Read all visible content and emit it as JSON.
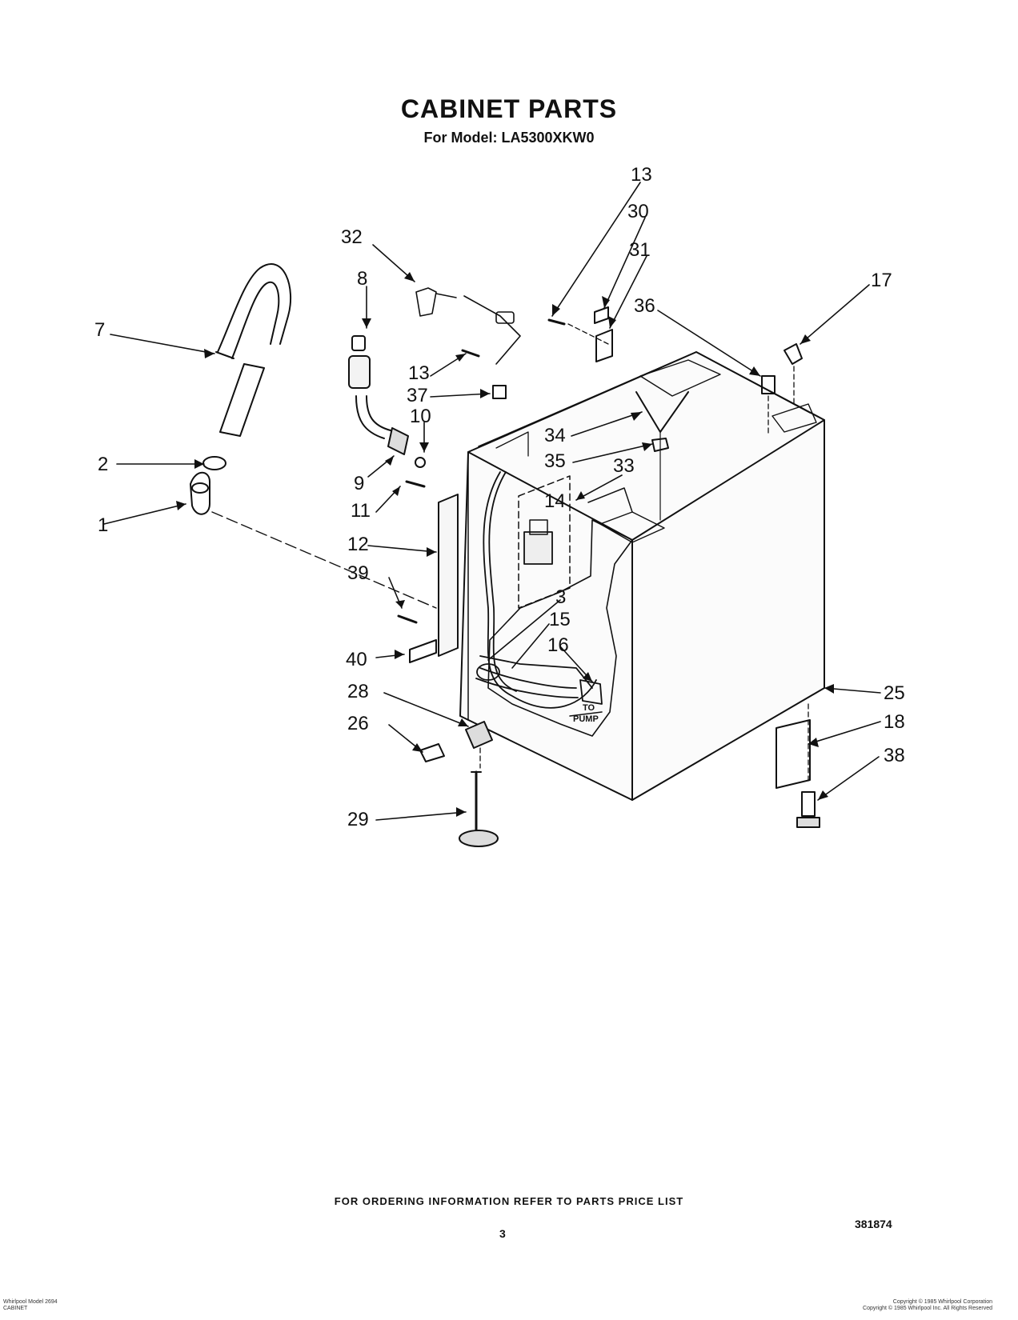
{
  "header": {
    "title": "CABINET PARTS",
    "subtitle": "For Model: LA5300XKW0"
  },
  "diagram": {
    "pump_note_line1": "TO",
    "pump_note_line2": "PUMP",
    "callouts": [
      "13",
      "30",
      "31",
      "32",
      "8",
      "17",
      "7",
      "36",
      "13",
      "37",
      "10",
      "2",
      "34",
      "35",
      "33",
      "9",
      "11",
      "14",
      "1",
      "12",
      "39",
      "3",
      "15",
      "16",
      "40",
      "28",
      "25",
      "18",
      "26",
      "38",
      "29"
    ]
  },
  "footer": {
    "ordering_info": "FOR ORDERING INFORMATION REFER TO PARTS PRICE LIST",
    "page_number": "3",
    "doc_number": "381874",
    "left_note_line1": "Whirlpool Model 2694",
    "left_note_line2": "CABINET",
    "right_note_line1": "Copyright © 1985 Whirlpool Corporation",
    "right_note_line2": "Copyright © 1985 Whirlpool Inc. All Rights Reserved"
  }
}
